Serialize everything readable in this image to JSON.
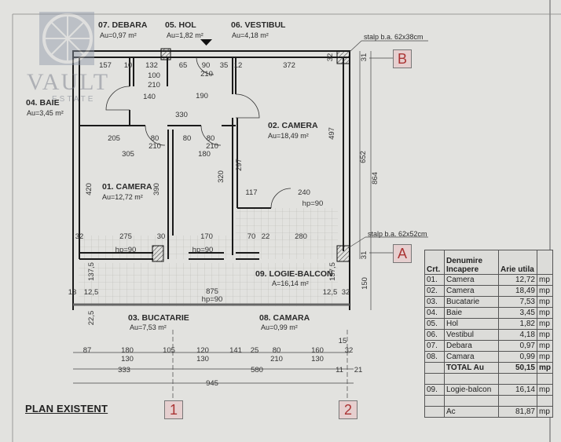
{
  "logo": {
    "name": "VAULT",
    "sub": "ESTATE"
  },
  "title": "PLAN EXISTENT",
  "axes": {
    "a": "A",
    "b": "B",
    "one": "1",
    "two": "2"
  },
  "notes": {
    "col_top": "stalp b.a. 62x38cm",
    "col_bottom": "stalp b.a. 62x52cm"
  },
  "rooms": [
    {
      "name": "07. DEBARA",
      "area": "Au=0,97 m²"
    },
    {
      "name": "05. HOL",
      "area": "Au=1,82 m²"
    },
    {
      "name": "06. VESTIBUL",
      "area": "Au=4,18 m²"
    },
    {
      "name": "04. BAIE",
      "area": "Au=3,45 m²"
    },
    {
      "name": "02. CAMERA",
      "area": "Au=18,49 m²"
    },
    {
      "name": "01. CAMERA",
      "area": "Au=12,72 m²"
    },
    {
      "name": "09. LOGIE-BALCON",
      "area": "A=16,14 m²"
    },
    {
      "name": "03. BUCATARIE",
      "area": "Au=7,53 m²"
    },
    {
      "name": "08. CAMARA",
      "area": "Au=0,99 m²"
    }
  ],
  "dims": [
    "157",
    "10",
    "132",
    "65",
    "90",
    "35",
    "12",
    "372",
    "210",
    "100",
    "210",
    "140",
    "190",
    "330",
    "205",
    "80",
    "80",
    "80",
    "305",
    "210",
    "180",
    "210",
    "497",
    "420",
    "390",
    "320",
    "297",
    "117",
    "240",
    "hp=90",
    "275",
    "30",
    "170",
    "70",
    "22",
    "280",
    "32",
    "hp=90",
    "hp=90",
    "137,5",
    "13",
    "12,5",
    "875",
    "hp=90",
    "12,5",
    "32",
    "22,5",
    "652",
    "864",
    "150",
    "31",
    "31",
    "32",
    "137,5"
  ],
  "bottom_dims": [
    "87",
    "180",
    "130",
    "105",
    "120",
    "130",
    "141",
    "25",
    "80",
    "210",
    "160",
    "130",
    "15",
    "32",
    "333",
    "580",
    "11",
    "21",
    "945"
  ],
  "table": {
    "headers": [
      "Crt.",
      "Denumire Incapere",
      "Arie utila",
      ""
    ],
    "rows": [
      [
        "01.",
        "Camera",
        "12,72",
        "mp"
      ],
      [
        "02.",
        "Camera",
        "18,49",
        "mp"
      ],
      [
        "03.",
        "Bucatarie",
        "7,53",
        "mp"
      ],
      [
        "04.",
        "Baie",
        "3,45",
        "mp"
      ],
      [
        "05.",
        "Hol",
        "1,82",
        "mp"
      ],
      [
        "06.",
        "Vestibul",
        "4,18",
        "mp"
      ],
      [
        "07.",
        "Debara",
        "0,97",
        "mp"
      ],
      [
        "08.",
        "Camara",
        "0,99",
        "mp"
      ]
    ],
    "total": [
      "",
      "TOTAL Au",
      "50,15",
      "mp"
    ],
    "balcony": [
      "09.",
      "Logie-balcon",
      "16,14",
      "mp"
    ],
    "ac": [
      "",
      "Ac",
      "81,87",
      "mp"
    ]
  }
}
